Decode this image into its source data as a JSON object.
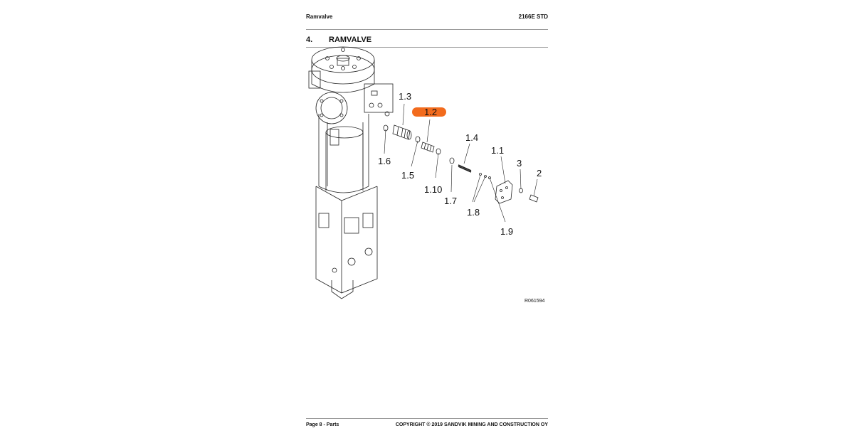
{
  "header": {
    "left": "Ramvalve",
    "right": "2166E STD"
  },
  "section": {
    "number": "4.",
    "title": "RAMVALVE"
  },
  "callouts": {
    "c13": "1.3",
    "c12": "1.2",
    "c14": "1.4",
    "c11": "1.1",
    "c3": "3",
    "c2": "2",
    "c16": "1.6",
    "c15": "1.5",
    "c110": "1.10",
    "c17": "1.7",
    "c18": "1.8",
    "c19": "1.9"
  },
  "highlight_color": "#f26b1d",
  "drawing_ref": "R061594",
  "footer": {
    "left": "Page 8 - Parts",
    "right": "COPYRIGHT © 2019 SANDVIK MINING AND CONSTRUCTION OY"
  }
}
